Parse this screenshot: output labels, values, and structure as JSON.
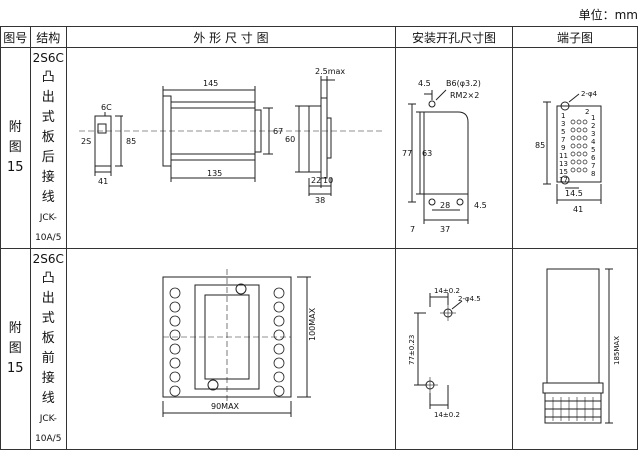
{
  "unit_label": "单位：mm",
  "headers": {
    "figure_no": "图号",
    "structure": "结构",
    "outline_dimensions": "外 形 尺 寸 图",
    "mounting_holes": "安装开孔尺寸图",
    "terminal_diagram": "端子图"
  },
  "rows": [
    {
      "figure_chars": [
        "附",
        "图",
        "15"
      ],
      "structure_model": "2S6C",
      "structure_chars": [
        "凸",
        "出",
        "式",
        "板",
        "后",
        "接",
        "线"
      ],
      "structure_code": "JCK-10A/5",
      "outline": {
        "side_top": "6C",
        "side_left": "2S",
        "side_height": "85",
        "side_width": "41",
        "main_top": "145",
        "main_height": "67",
        "main_bottom": "135",
        "right_top": "2.5max",
        "right_height": "60",
        "right_gap": "22",
        "right_flange": "10",
        "right_width": "38"
      },
      "mounting": {
        "left_offset": "4.5",
        "hole": "B6(φ3.2)",
        "radius": "RM2×2",
        "outer_height": "77",
        "inner_height": "63",
        "bottom_offset": "7",
        "hole_spacing": "28",
        "right_offset": "4.5",
        "width": "37"
      },
      "terminal": {
        "hole_label": "2-φ4",
        "top_num": "2",
        "left_nums": [
          "1",
          "3",
          "5",
          "7",
          "9",
          "11",
          "13",
          "15",
          "17"
        ],
        "right_nums": [
          "1",
          "2",
          "3",
          "4",
          "5",
          "6",
          "7",
          "8"
        ],
        "height": "85",
        "width_inner": "14.5",
        "width_outer": "41"
      }
    },
    {
      "figure_chars": [
        "附",
        "图",
        "15"
      ],
      "structure_model": "2S6C",
      "structure_chars": [
        "凸",
        "出",
        "式",
        "板",
        "前",
        "接",
        "线"
      ],
      "structure_code": "JCK-10A/5",
      "outline": {
        "height": "100MAX",
        "width": "90MAX"
      },
      "mounting": {
        "top_width": "14±0.2",
        "holes": "2-φ4.5",
        "height": "77±0.23",
        "bottom_width": "14±0.2"
      },
      "terminal": {
        "height": "185MAX"
      }
    }
  ]
}
